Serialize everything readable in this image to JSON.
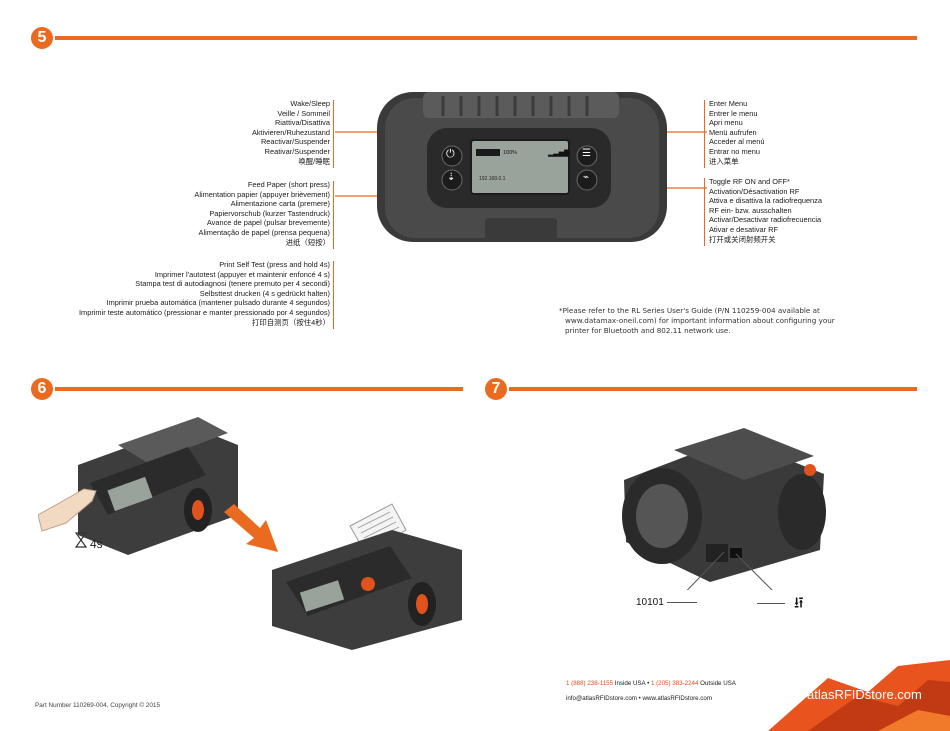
{
  "steps": {
    "s5": "5",
    "s6": "6",
    "s7": "7"
  },
  "left_groups": [
    {
      "lines": [
        "Wake/Sleep",
        "Veille / Sommeil",
        "Riattiva/Disattiva",
        "Aktivieren/Ruhezustand",
        "Reactivar/Suspender",
        "Reativar/Suspender",
        "唤醒/睡眠"
      ]
    },
    {
      "lines": [
        "Feed Paper (short press)",
        "Alimentation papier (appuyer brièvement)",
        "Alimentazione carta (premere)",
        "Papiervorschub (kurzer Tastendruck)",
        "Avance de papel (pulsar brevemente)",
        "Alimentação de papel (prensa pequena)",
        "进纸（短按）"
      ]
    },
    {
      "lines": [
        "Print Self Test (press and hold 4s)",
        "Imprimer l'autotest (appuyer et maintenir enfoncé 4 s)",
        "Stampa test di autodiagnosi (tenere premuto per 4 secondi)",
        "Selbsttest drucken (4 s gedrückt halten)",
        "Imprimir prueba automática (mantener pulsado durante 4 segundos)",
        "Imprimir teste automático (pressionar e manter pressionado por 4 segundos)",
        "打印自测页（按住4秒）"
      ]
    }
  ],
  "right_groups": [
    {
      "lines": [
        "Enter Menu",
        "Entrer le menu",
        "Apri menu",
        "Menü aufrufen",
        "Acceder al menú",
        "Entrar no menu",
        "进入菜单"
      ]
    },
    {
      "lines": [
        "Toggle RF ON and OFF*",
        "Activation/Désactivation RF",
        "Attiva e disattiva la radiofrequenza",
        "RF ein- bzw. ausschalten",
        "Activar/Desactivar radiofrecuencia",
        "Ativar e desativar RF",
        "打开或关闭射频开关"
      ]
    }
  ],
  "note": {
    "line1": "*Please refer to the RL Series User's Guide (P/N 110259-004 available at",
    "line2": "www.datamax-oneil.com) for important information about configuring your",
    "line3": "printer for Bluetooth and 802.11 network use."
  },
  "lcd": {
    "battery": "100%",
    "ip": "192.168.0.1"
  },
  "step6": {
    "hold_time": "4s"
  },
  "step7": {
    "port_label": "10101"
  },
  "footer": {
    "part_number": "Part Number 110269-004, Copyright © 2015"
  },
  "contact": {
    "phone1": "1 (888) 238-1155",
    "phone1_suffix": " Inside USA • ",
    "phone2": "1 (205) 383-2244",
    "phone2_suffix": " Outside USA",
    "line2": "info@atlasRFIDstore.com • www.atlasRFIDstore.com"
  },
  "logo": {
    "text": "atlasRFIDstore.com"
  },
  "colors": {
    "accent": "#ea6a1f"
  }
}
